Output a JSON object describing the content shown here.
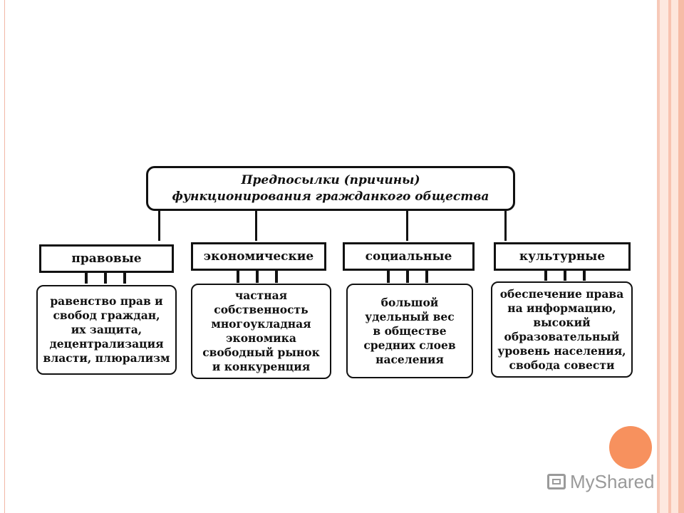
{
  "diagram": {
    "title": {
      "line1": "Предпосылки (причины)",
      "line2": "функционирования гражданкого  общества"
    },
    "categories": [
      {
        "label": "правовые"
      },
      {
        "label": "экономические"
      },
      {
        "label": "социальные"
      },
      {
        "label": "культурные"
      }
    ],
    "descriptions": [
      {
        "text": "равенство прав и\nсвобод граждан,\nих защита,\nдецентрализация\nвласти, плюрализм"
      },
      {
        "text": "частная\nсобственность\nмногоукладная\nэкономика\nсвободный рынок\nи конкуренция"
      },
      {
        "text": "большой\nудельный вес\nв обществе\nсредних слоев\nнаселения"
      },
      {
        "text": "обеспечение права\nна информацию,\nвысокий\nобразовательный\nуровень населения,\nсвобода совести"
      }
    ]
  },
  "watermark": {
    "text": "MyShared"
  },
  "colors": {
    "frame_accent": "#f6bca6",
    "orange_dot": "#f7915e",
    "diagram_ink": "#111111"
  }
}
